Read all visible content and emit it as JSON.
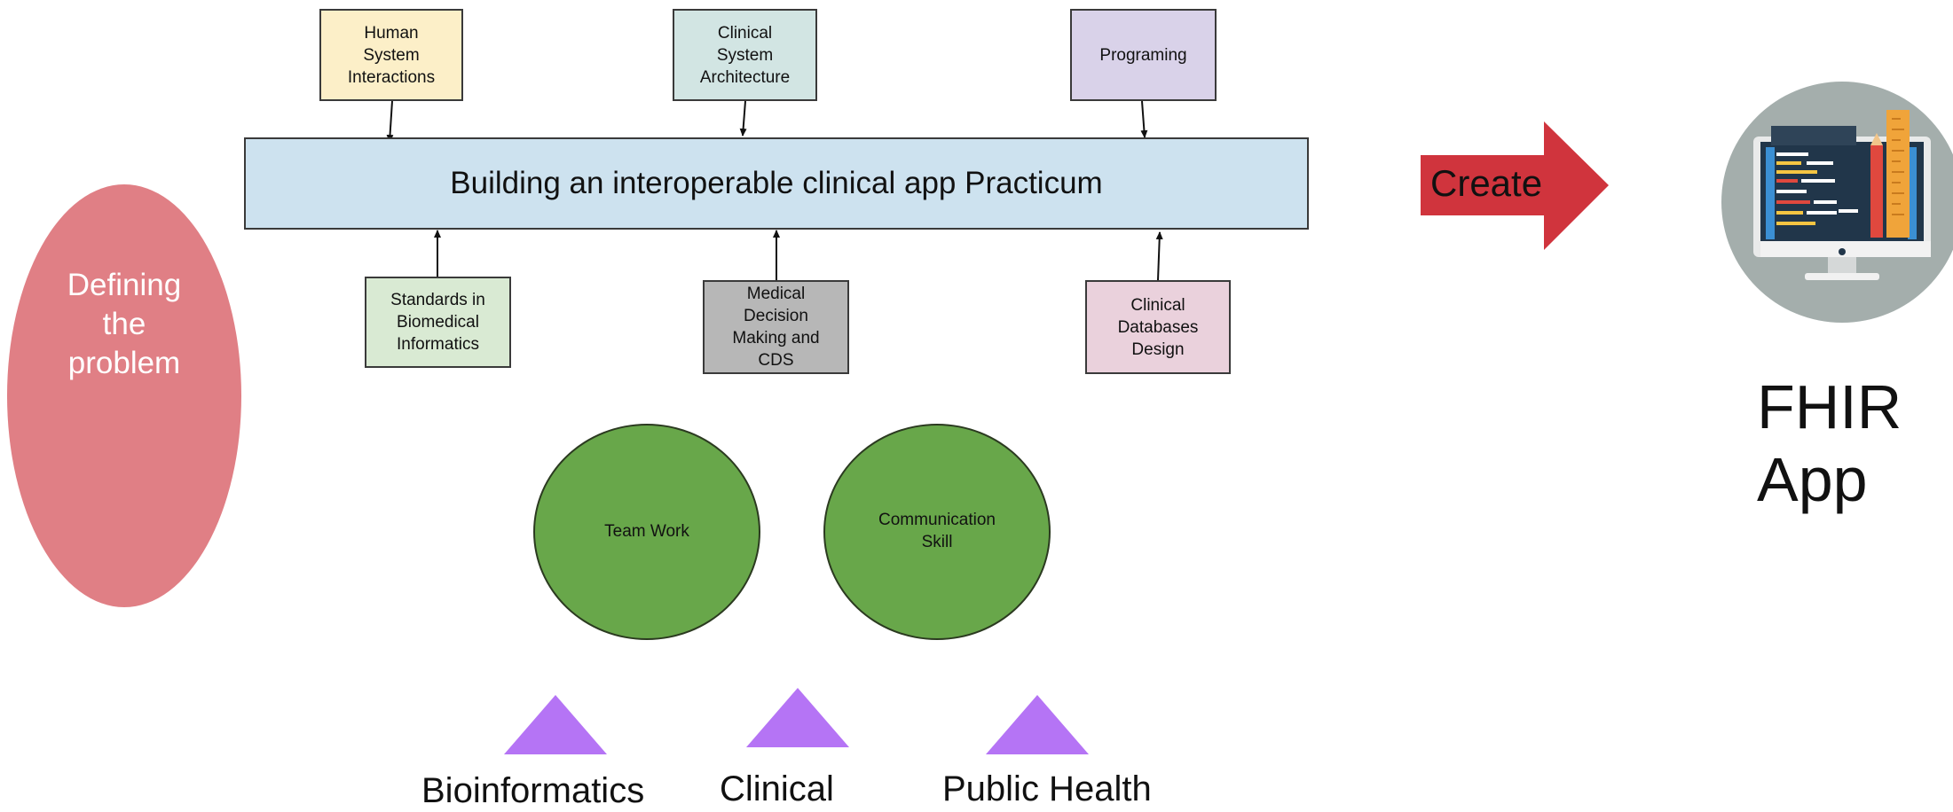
{
  "diagram": {
    "title": "Building an interoperable clinical app Practicum",
    "problem": "Defining\nthe\nproblem",
    "top_courses": [
      {
        "label": "Human\nSystem\nInteractions",
        "color": "#fcefc8"
      },
      {
        "label": "Clinical\nSystem\nArchitecture",
        "color": "#d2e5e3"
      },
      {
        "label": "Programing",
        "color": "#d9d2e9"
      }
    ],
    "bottom_courses": [
      {
        "label": "Standards in\nBiomedical\nInformatics",
        "color": "#d9ead3"
      },
      {
        "label": "Medical\nDecision\nMaking and\nCDS",
        "color": "#b7b7b7"
      },
      {
        "label": "Clinical\nDatabases\nDesign",
        "color": "#ead1dc"
      }
    ],
    "skills": [
      "Team Work",
      "Communication\nSkill"
    ],
    "tracks": [
      "Bioinformatics",
      "Clinical",
      "Public Health"
    ],
    "action": "Create",
    "output": "FHIR\nApp"
  },
  "colors": {
    "ellipse": "#e07f85",
    "main_bar": "#cde2ef",
    "skill_circle": "#68a74a",
    "triangle": "#b574f5",
    "arrow": "#d0343d",
    "icon_bg": "#a4aeac"
  }
}
